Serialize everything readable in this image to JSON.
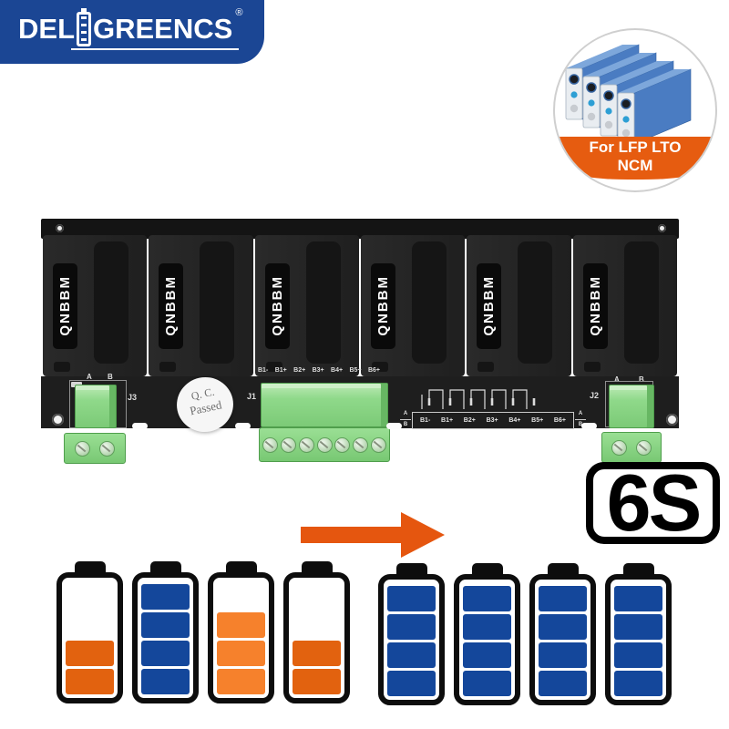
{
  "brand": {
    "prefix": "DEL",
    "suffix": "GREENCS",
    "registered": "®",
    "bg_color": "#1b4694"
  },
  "compat_badge": {
    "line1": "For LFP LTO",
    "line2": "NCM",
    "band_color": "#e65c10"
  },
  "board": {
    "module_label": "QNBBM",
    "module_count": 6,
    "qc_stamp": {
      "line1": "Q. C.",
      "line2": "Passed"
    },
    "connector_labels": {
      "j1": "J1",
      "j2": "J2",
      "j3": "J3"
    },
    "port_labels": {
      "a": "A",
      "b": "B"
    },
    "j1_pin_labels": [
      "B1-",
      "B1+",
      "B2+",
      "B3+",
      "B4+",
      "B5+",
      "B6+"
    ],
    "diagram": {
      "cell_labels": [
        "B1-",
        "B1+",
        "B2+",
        "B3+",
        "B4+",
        "B5+",
        "B6+"
      ],
      "end_top": "A",
      "end_bottom": "B"
    }
  },
  "series_badge": "6S",
  "balance": {
    "arrow_color": "#e5560f",
    "segment_colors": {
      "blue": "#14479b",
      "orange_dark": "#e2620f",
      "orange_light": "#f6812c"
    },
    "total_segments": 4,
    "before": [
      {
        "segments": 2,
        "color": "orange_dark"
      },
      {
        "segments": 4,
        "color": "blue"
      },
      {
        "segments": 3,
        "color": "orange_light"
      },
      {
        "segments": 2,
        "color": "orange_dark"
      }
    ],
    "after": [
      {
        "segments": 4,
        "color": "blue"
      },
      {
        "segments": 4,
        "color": "blue"
      },
      {
        "segments": 4,
        "color": "blue"
      },
      {
        "segments": 4,
        "color": "blue"
      }
    ]
  }
}
